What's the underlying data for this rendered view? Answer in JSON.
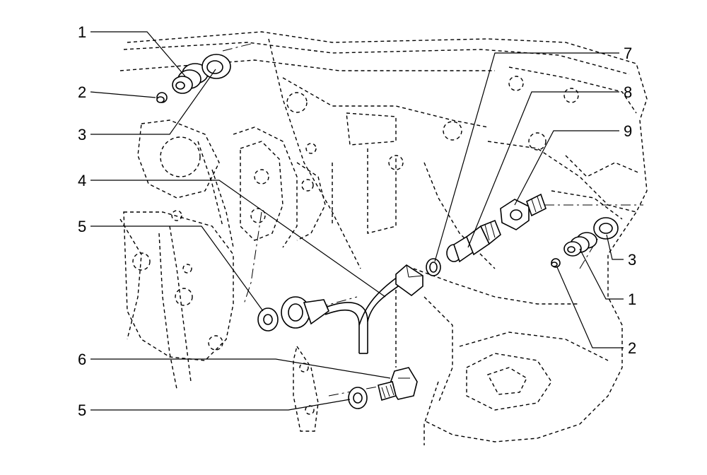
{
  "callouts": [
    {
      "id": "c1a",
      "label": "1"
    },
    {
      "id": "c2a",
      "label": "2"
    },
    {
      "id": "c3a",
      "label": "3"
    },
    {
      "id": "c4",
      "label": "4"
    },
    {
      "id": "c5a",
      "label": "5"
    },
    {
      "id": "c6",
      "label": "6"
    },
    {
      "id": "c5b",
      "label": "5"
    },
    {
      "id": "c7",
      "label": "7"
    },
    {
      "id": "c8",
      "label": "8"
    },
    {
      "id": "c9",
      "label": "9"
    },
    {
      "id": "c3b",
      "label": "3"
    },
    {
      "id": "c1b",
      "label": "1"
    },
    {
      "id": "c2b",
      "label": "2"
    }
  ]
}
